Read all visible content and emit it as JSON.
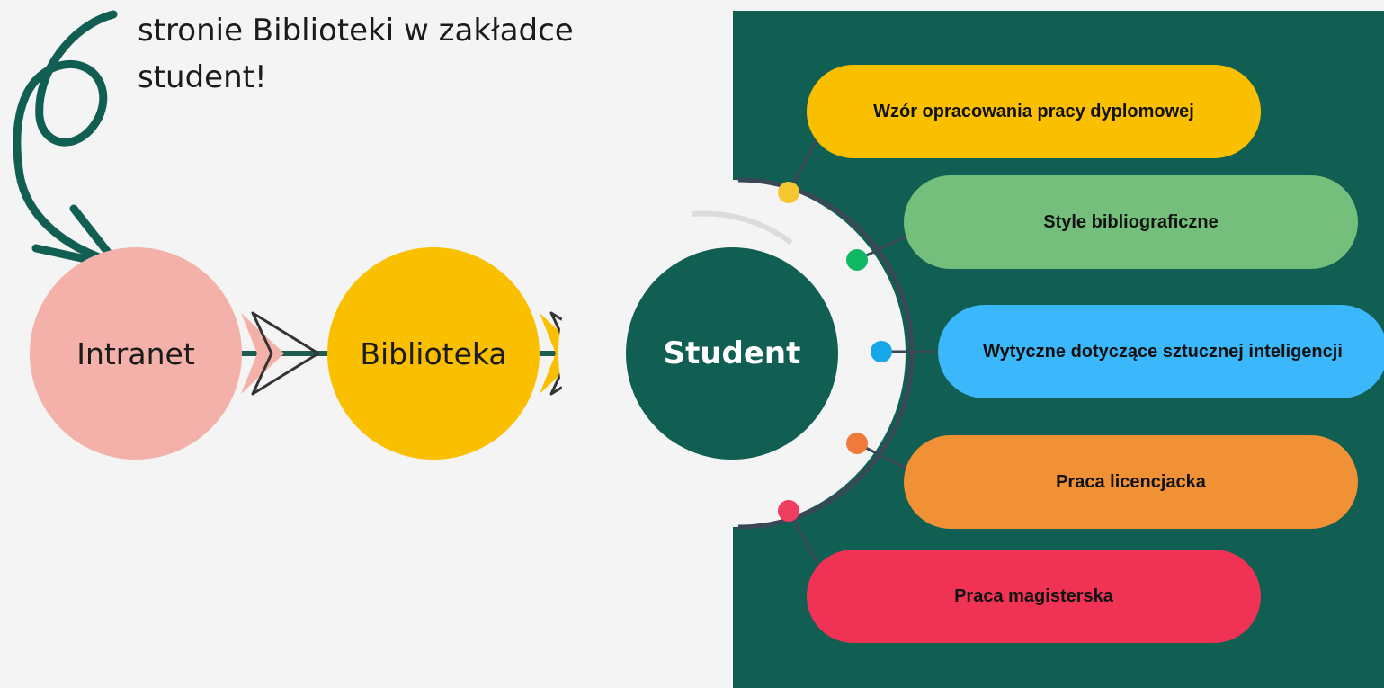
{
  "intro": {
    "line1": "stronie Biblioteki w zakładce",
    "line2": "student!"
  },
  "path": {
    "steps": [
      {
        "label": "Intranet",
        "color": "#f4b1aa"
      },
      {
        "label": "Biblioteka",
        "color": "#fac000"
      },
      {
        "label": "Student",
        "color": "#115e52"
      }
    ]
  },
  "links": [
    {
      "label": "Wzór opracowania pracy dyplomowej",
      "color": "#fac000",
      "dot_color": "#f6c630"
    },
    {
      "label": "Style bibliograficzne",
      "color": "#74bf7b",
      "dot_color": "#10b865"
    },
    {
      "label": "Wytyczne dotyczące sztucznej inteligencji",
      "color": "#3bb7fb",
      "dot_color": "#17a6ea"
    },
    {
      "label": "Praca licencjacka",
      "color": "#f09136",
      "dot_color": "#f07a3a"
    },
    {
      "label": "Praca magisterska",
      "color": "#f03254",
      "dot_color": "#f03d62"
    }
  ],
  "colors": {
    "panel": "#115e52",
    "background": "#f4f4f4"
  }
}
